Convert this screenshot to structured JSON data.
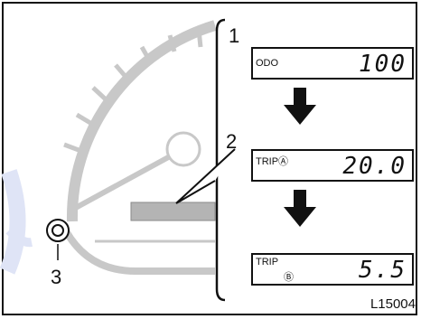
{
  "callouts": {
    "one": "1",
    "two": "2",
    "three": "3"
  },
  "displays": [
    {
      "label": "ODO",
      "value": "100"
    },
    {
      "label": "TRIPⒶ",
      "value": "20.0"
    },
    {
      "label": "TRIP",
      "sub": "Ⓑ",
      "value": "5.5"
    }
  ],
  "figure_id": "L15004"
}
